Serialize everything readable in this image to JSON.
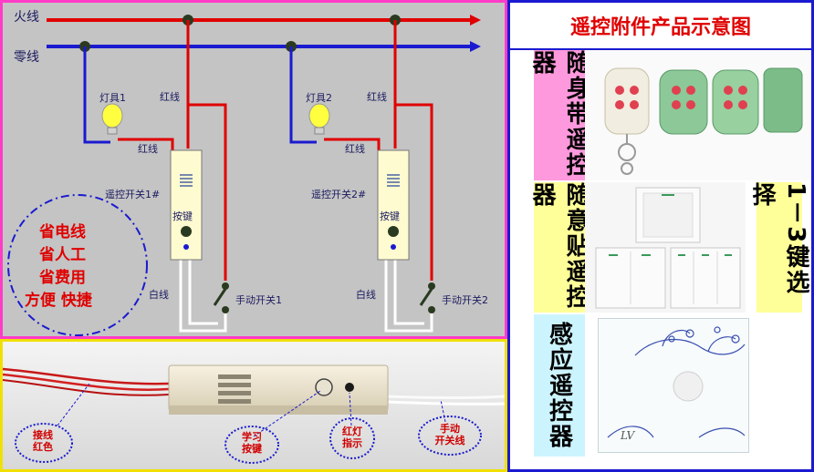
{
  "wiring": {
    "live_label": "火线",
    "neutral_label": "零线",
    "lamp1_label": "灯具1",
    "lamp2_label": "灯具2",
    "red_wire_top_1": "红线",
    "red_wire_mid_1": "红线",
    "red_wire_top_2": "红线",
    "red_wire_mid_2": "红线",
    "switch1_label": "遥控开关1#",
    "switch2_label": "遥控开关2#",
    "key_label_1": "按键",
    "key_label_2": "按键",
    "white_wire_1": "白线",
    "white_wire_2": "白线",
    "manual1_label": "手动开关1",
    "manual2_label": "手动开关2",
    "benefits": [
      "省电线",
      "省人工",
      "省费用",
      "方便 快捷"
    ]
  },
  "photo": {
    "captions": [
      {
        "text1": "接线",
        "text2": "红色"
      },
      {
        "text1": "学习",
        "text2": "按键"
      },
      {
        "text1": "红灯",
        "text2": "指示"
      },
      {
        "text1": "手动",
        "text2": "开关线"
      }
    ]
  },
  "panel": {
    "title": "遥控附件产品示意图",
    "row1": "随身带遥控器",
    "row2": "随意贴遥控器",
    "row2_side": "1－3键选择",
    "row3": "感应遥控器"
  },
  "colors": {
    "live": "#e00000",
    "neutral": "#1a1ad0",
    "frame_pink": "#ff3cc8",
    "frame_yellow": "#f0e000"
  }
}
